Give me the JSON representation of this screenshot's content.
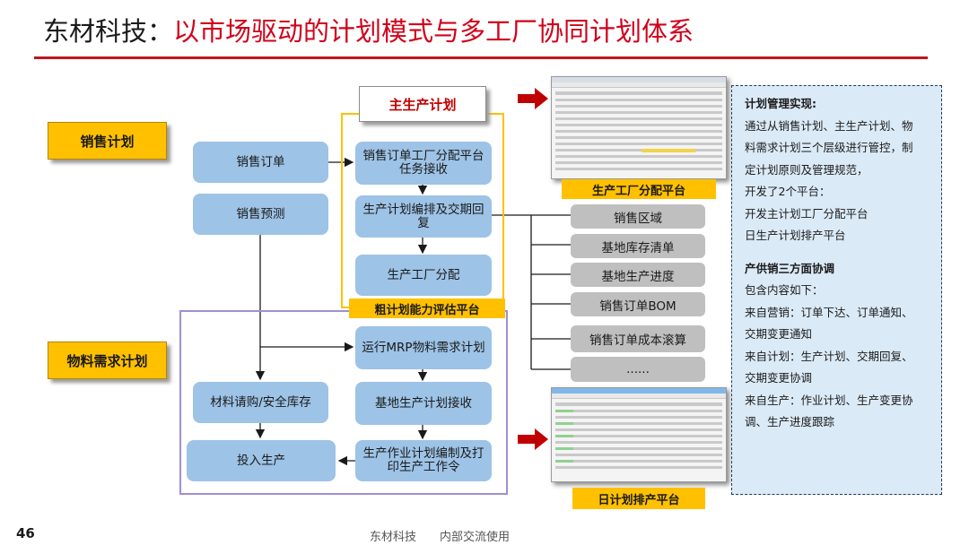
{
  "title": {
    "prefix": "东材科技：",
    "main": "以市场驱动的计划模式与多工厂协同计划体系"
  },
  "left_labels": {
    "sales_plan": "销售计划",
    "mrp_plan": "物料需求计划"
  },
  "main_plan": "主生产计划",
  "left_boxes": {
    "sales_order": "销售订单",
    "sales_forecast": "销售预测",
    "material_purchase": "材料请购/安全库存",
    "production_input": "投入生产"
  },
  "center_boxes": {
    "order_alloc": "销售订单工厂分配平台任务接收",
    "plan_schedule": "生产计划编排及交期回复",
    "factory_alloc": "生产工厂分配",
    "mrp_run": "运行MRP物料需求计划",
    "base_plan_receive": "基地生产计划接收",
    "work_order": "生产作业计划编制及打印生产工作令"
  },
  "platform_labels": {
    "rough_capacity": "粗计划能力评估平台",
    "factory_alloc_platform": "生产工厂分配平台",
    "daily_schedule_platform": "日计划排产平台"
  },
  "gray_items": [
    "销售区域",
    "基地库存清单",
    "基地生产进度",
    "销售订单BOM",
    "销售订单成本滚算",
    "......"
  ],
  "right_panel": {
    "heading1": "计划管理实现:",
    "lines1": [
      "通过从销售计划、主生产计划、物",
      "料需求计划三个层级进行管控，制",
      "定计划原则及管理规范，",
      "开发了2个平台：",
      "开发主计划工厂分配平台",
      "日生产计划排产平台"
    ],
    "heading2": "产供销三方面协调",
    "lines2": [
      "包含内容如下：",
      "来自营销：订单下达、订单通知、",
      "交期变更通知",
      "来自计划：生产计划、交期回复、",
      "交期变更协调",
      "来自生产：作业计划、生产变更协",
      "调、生产进度跟踪"
    ]
  },
  "footer": {
    "page": "46",
    "company": "东材科技",
    "note": "内部交流使用"
  },
  "colors": {
    "accent_red": "#c0141e",
    "yellow": "#ffc000",
    "blue_box": "#9dc3e6",
    "gray_box": "#bfbfbf",
    "panel_bg": "#dbeaf7"
  }
}
